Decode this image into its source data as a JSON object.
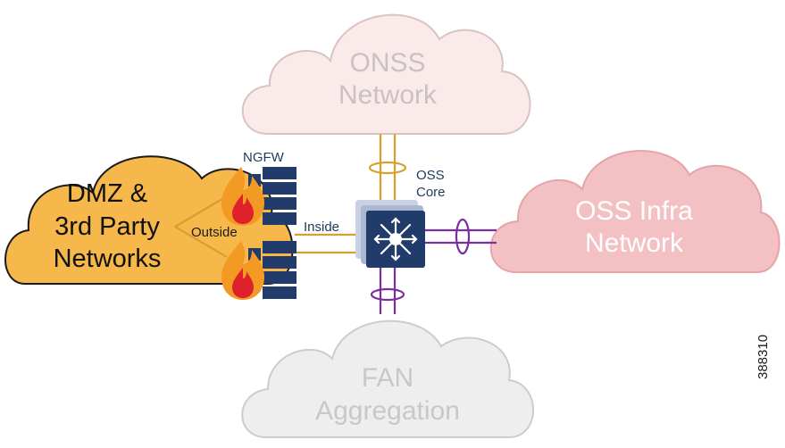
{
  "clouds": {
    "onss": {
      "line1": "ONSS",
      "line2": "Network",
      "fill": "#fbeaea",
      "stroke": "#d9c3c3",
      "text_color": "#c9c2c2"
    },
    "oss_infra": {
      "line1": "OSS Infra",
      "line2": "Network",
      "fill": "#f3c0c4",
      "stroke": "#e2a5aa",
      "text_color": "#ffffff"
    },
    "fan": {
      "line1": "FAN",
      "line2": "Aggregation",
      "fill": "#eeeeee",
      "stroke": "#cccccc",
      "text_color": "#c8c8c8"
    },
    "dmz": {
      "line1": "DMZ &",
      "line2": "3rd Party",
      "line3": "Networks",
      "fill": "#f6b84a",
      "stroke": "#1a1a1a",
      "text_color": "#111111"
    }
  },
  "labels": {
    "ngfw": "NGFW",
    "oss_core_line1": "OSS",
    "oss_core_line2": "Core",
    "inside": "Inside",
    "outside": "Outside"
  },
  "figure_id": "388310",
  "colors": {
    "orange_link": "#d6a02c",
    "purple_link": "#7b2f9e",
    "navy": "#213b6b",
    "label_navy": "#1e3a5f"
  },
  "icons": [
    "firewall-icon",
    "core-switch-icon"
  ]
}
